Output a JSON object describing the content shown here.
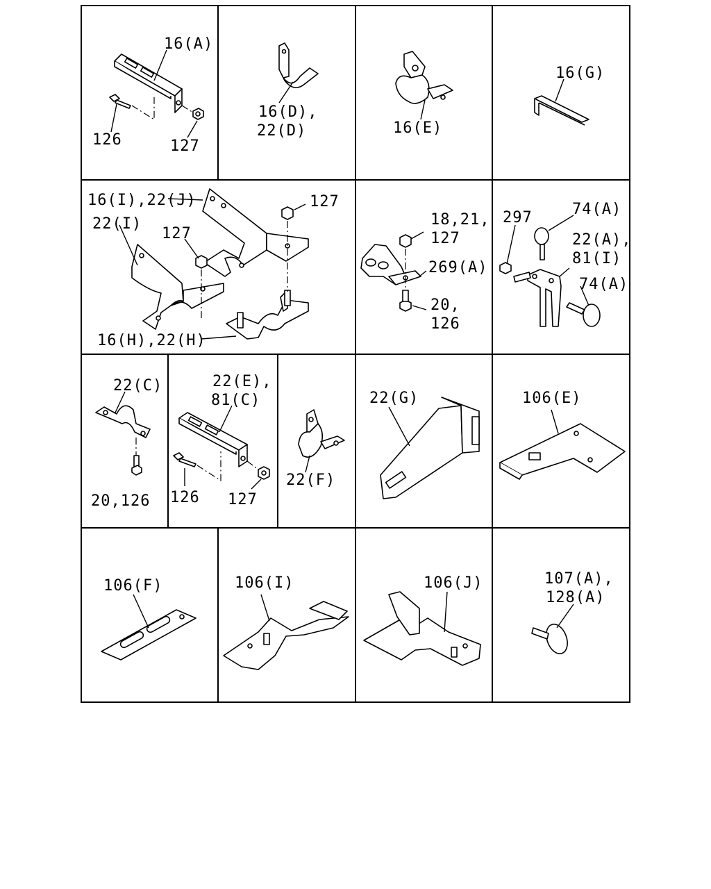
{
  "labels": {
    "c1": {
      "a": "16(A)",
      "b": "126",
      "c": "127"
    },
    "c2": {
      "a": "16(D),",
      "b": "22(D)"
    },
    "c3": {
      "a": "16(E)"
    },
    "c4": {
      "a": "16(G)"
    },
    "c5": {
      "a": "16(I),22(J)",
      "b": "127",
      "c": "22(I)",
      "d": "127",
      "e": "16(H),22(H)"
    },
    "c6": {
      "a": "18,21,",
      "b": "127",
      "c": "269(A)",
      "d": "20,",
      "e": "126"
    },
    "c7": {
      "a": "297",
      "b": "74(A)",
      "c": "22(A),",
      "d": "81(I)",
      "e": "74(A)"
    },
    "c8": {
      "a": "22(C)",
      "b": "20,126"
    },
    "c9": {
      "a": "22(E),",
      "b": "81(C)",
      "c": "126",
      "d": "127"
    },
    "c10": {
      "a": "22(F)"
    },
    "c11": {
      "a": "22(G)"
    },
    "c12": {
      "a": "106(E)"
    },
    "c13": {
      "a": "106(F)"
    },
    "c14": {
      "a": "106(I)"
    },
    "c15": {
      "a": "106(J)"
    },
    "c16": {
      "a": "107(A),",
      "b": "128(A)"
    }
  }
}
